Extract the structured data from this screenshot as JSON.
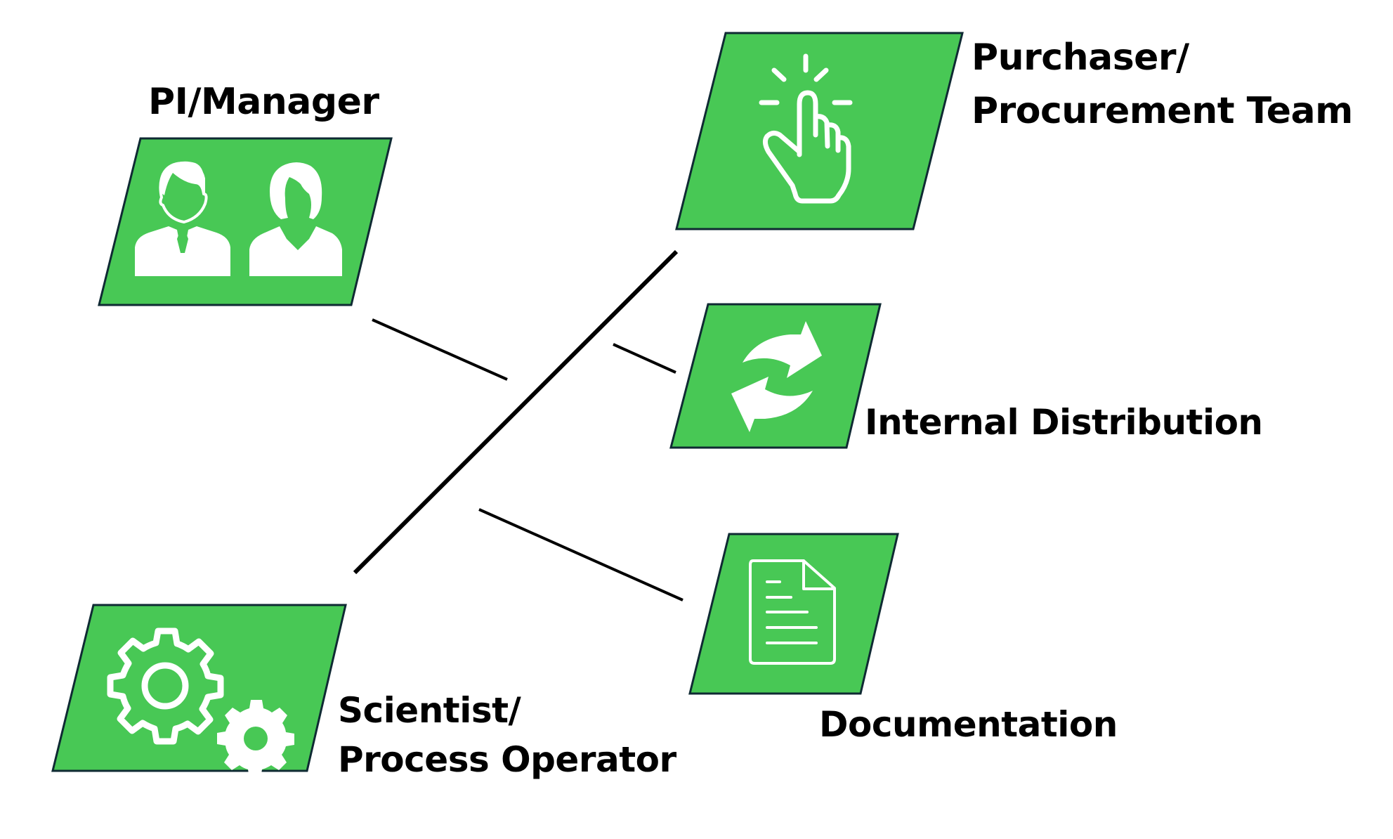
{
  "diagram": {
    "type": "stakeholder-flow",
    "colors": {
      "node_fill": "#48C855",
      "node_border": "#0F2A33",
      "icon": "#FFFFFF",
      "connector": "#000000",
      "text": "#000000",
      "background": "#FFFFFF"
    },
    "nodes": [
      {
        "id": "pi-manager",
        "label_lines": [
          "PI/Manager"
        ],
        "icon": "people-icon"
      },
      {
        "id": "purchaser",
        "label_lines": [
          "Purchaser/",
          "Procurement Team"
        ],
        "icon": "hand-click-icon"
      },
      {
        "id": "internal-distribution",
        "label_lines": [
          "Internal Distribution"
        ],
        "icon": "refresh-arrows-icon"
      },
      {
        "id": "documentation",
        "label_lines": [
          "Documentation"
        ],
        "icon": "document-icon"
      },
      {
        "id": "scientist",
        "label_lines": [
          "Scientist/",
          "Process Operator"
        ],
        "icon": "gears-icon"
      }
    ],
    "edges": [
      {
        "from": "scientist",
        "to": "purchaser",
        "style": "thick"
      },
      {
        "from": "pi-manager",
        "to": "main-connector",
        "style": "thin"
      },
      {
        "from": "main-connector",
        "to": "internal-distribution",
        "style": "thin"
      },
      {
        "from": "main-connector",
        "to": "documentation",
        "style": "thin"
      }
    ]
  }
}
